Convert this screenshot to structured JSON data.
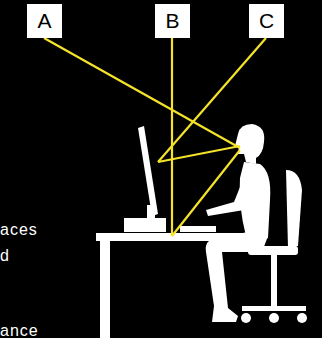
{
  "diagram": {
    "nodes": [
      {
        "text": [
          "A"
        ]
      },
      {
        "text": [
          "B"
        ]
      },
      {
        "text": [
          "C"
        ]
      }
    ],
    "labels": [
      "aces",
      "d",
      "ance"
    ]
  }
}
